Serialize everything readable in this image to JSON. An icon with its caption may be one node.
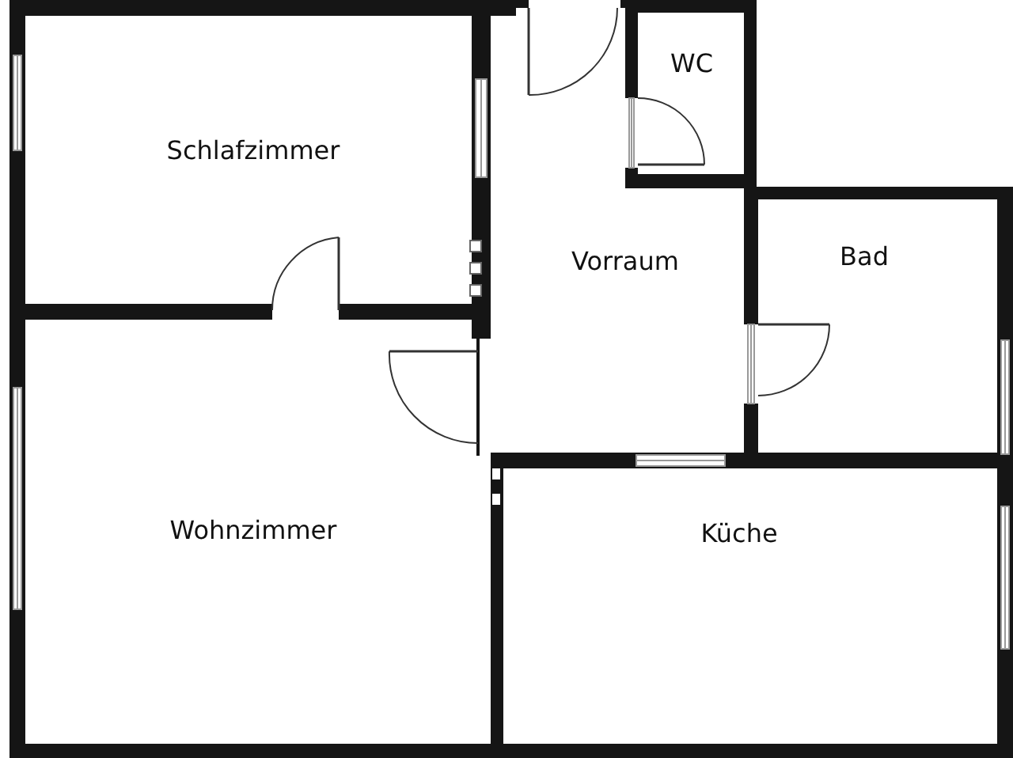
{
  "diagram": {
    "nodes": [
      {
        "text": [
          "Schlafzimmer"
        ]
      },
      {
        "text": [
          "WC"
        ]
      },
      {
        "text": [
          "Vorraum"
        ]
      },
      {
        "text": [
          "Bad"
        ]
      },
      {
        "text": [
          "Wohnzimmer"
        ]
      },
      {
        "text": [
          "Küche"
        ]
      }
    ]
  }
}
